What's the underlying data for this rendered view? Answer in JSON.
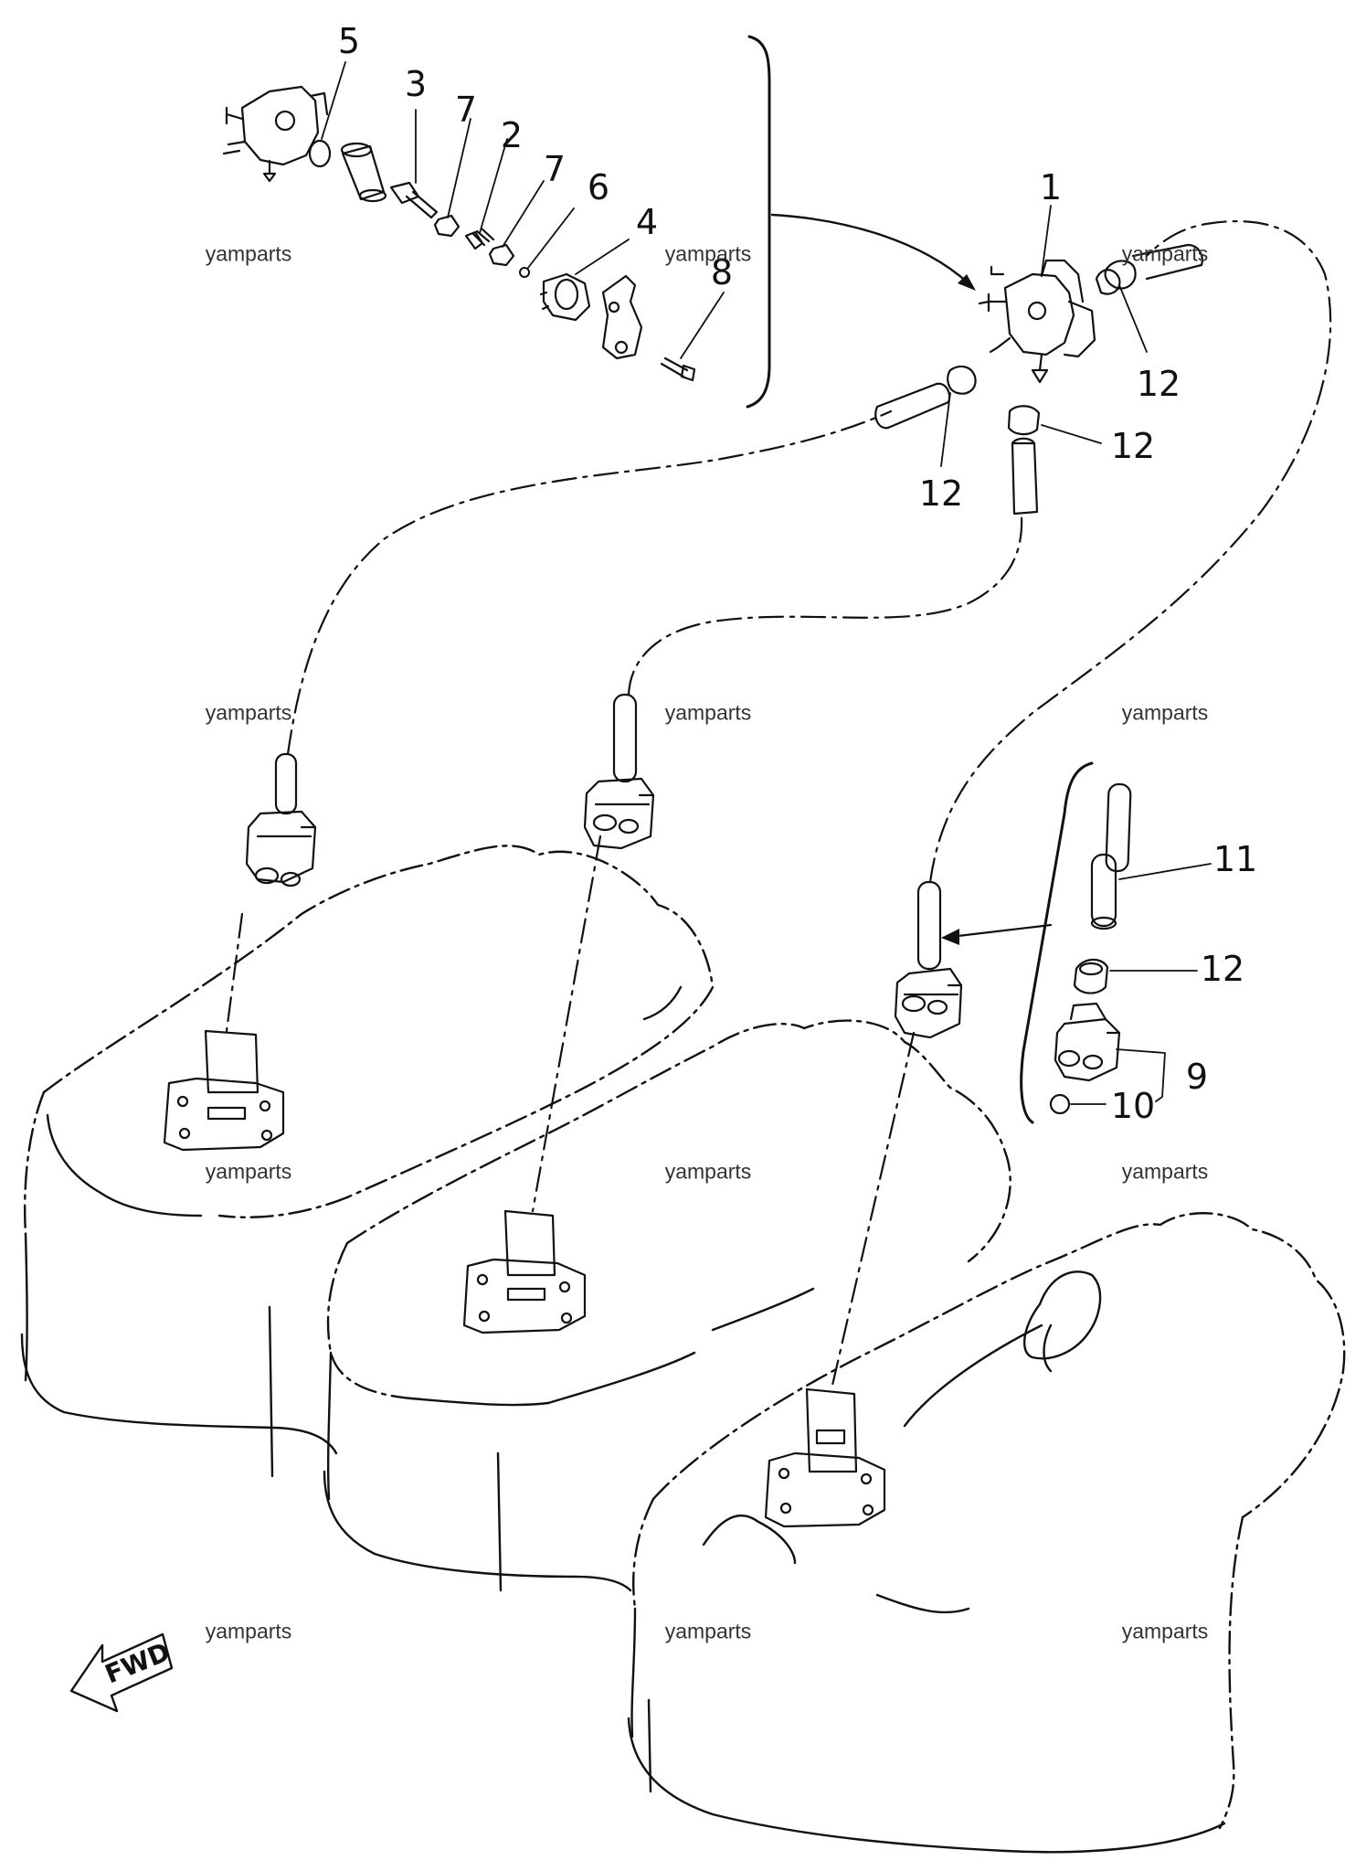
{
  "watermark": "yamparts",
  "callouts": {
    "c1": "1",
    "c2": "2",
    "c3": "3",
    "c4": "4",
    "c5": "5",
    "c6": "6",
    "c7a": "7",
    "c7b": "7",
    "c8": "8",
    "c9": "9",
    "c10": "10",
    "c11": "11",
    "c12a": "12",
    "c12b": "12",
    "c12c": "12",
    "c12d": "12"
  },
  "direction_label": "FWD"
}
